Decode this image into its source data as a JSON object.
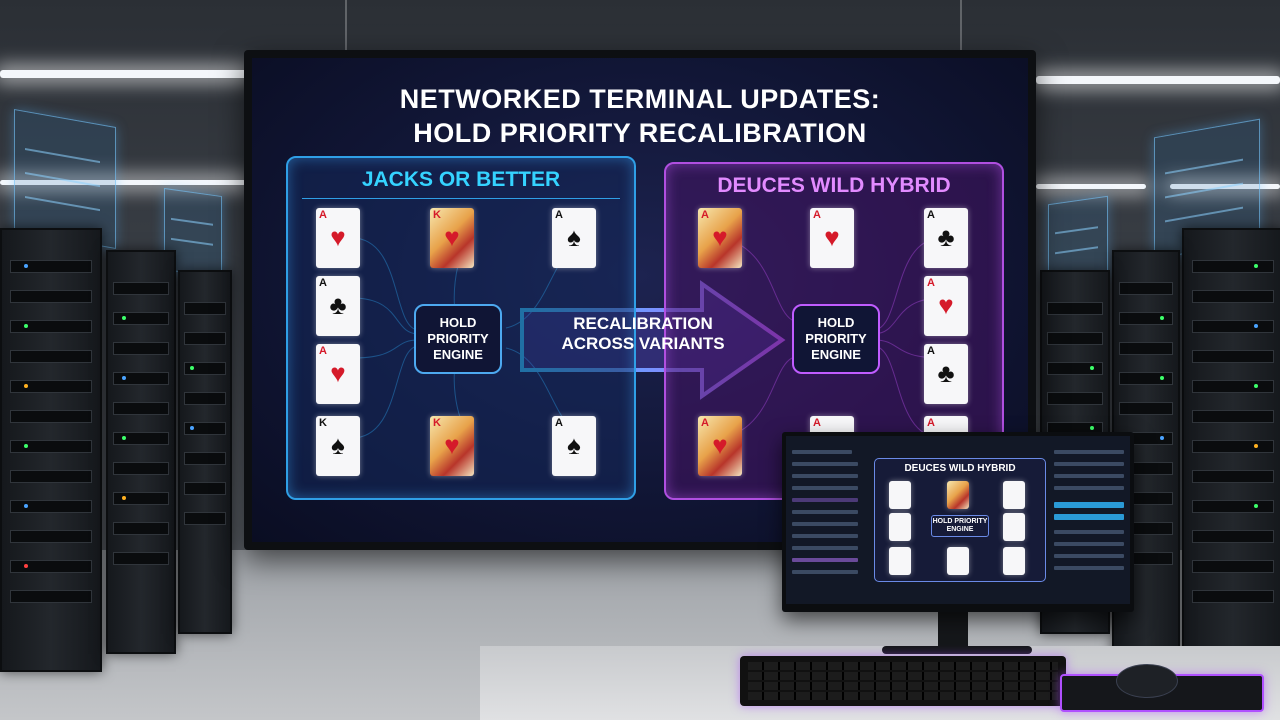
{
  "main_screen": {
    "headline_line1": "NETWORKED TERMINAL UPDATES:",
    "headline_line2": "HOLD PRIORITY RECALIBRATION",
    "left_panel": {
      "title": "JACKS OR BETTER",
      "engine_label": "HOLD PRIORITY ENGINE",
      "cards": [
        {
          "rank": "A",
          "suit": "♥",
          "color": "red"
        },
        {
          "rank": "K",
          "suit": "♥",
          "color": "red",
          "face": true
        },
        {
          "rank": "A",
          "suit": "♠",
          "color": "black"
        },
        {
          "rank": "A",
          "suit": "♣",
          "color": "black"
        },
        {
          "rank": "A",
          "suit": "♥",
          "color": "red"
        },
        {
          "rank": "K",
          "suit": "♠",
          "color": "black"
        },
        {
          "rank": "K",
          "suit": "♥",
          "color": "red",
          "face": true
        },
        {
          "rank": "A",
          "suit": "♠",
          "color": "black"
        }
      ]
    },
    "arrow_label": "RECALIBRATION ACROSS VARIANTS",
    "right_panel": {
      "title": "DEUCES WILD HYBRID",
      "engine_label": "HOLD PRIORITY ENGINE",
      "cards": [
        {
          "rank": "A",
          "suit": "♥",
          "color": "red",
          "face": true
        },
        {
          "rank": "A",
          "suit": "♥",
          "color": "red"
        },
        {
          "rank": "A",
          "suit": "♣",
          "color": "black"
        },
        {
          "rank": "A",
          "suit": "♥",
          "color": "red"
        },
        {
          "rank": "A",
          "suit": "♣",
          "color": "black"
        },
        {
          "rank": "A",
          "suit": "♥",
          "color": "red",
          "face": true
        },
        {
          "rank": "A",
          "suit": "♥",
          "color": "red"
        },
        {
          "rank": "A",
          "suit": "♥",
          "color": "red"
        }
      ]
    }
  },
  "secondary_screen": {
    "title": "DEUCES WILD HYBRID",
    "engine_label": "HOLD PRIORITY ENGINE"
  },
  "colors": {
    "left_accent": "#2f9fe6",
    "right_accent": "#b04fe0",
    "left_title": "#35d3ff",
    "right_title": "#e28bff"
  }
}
